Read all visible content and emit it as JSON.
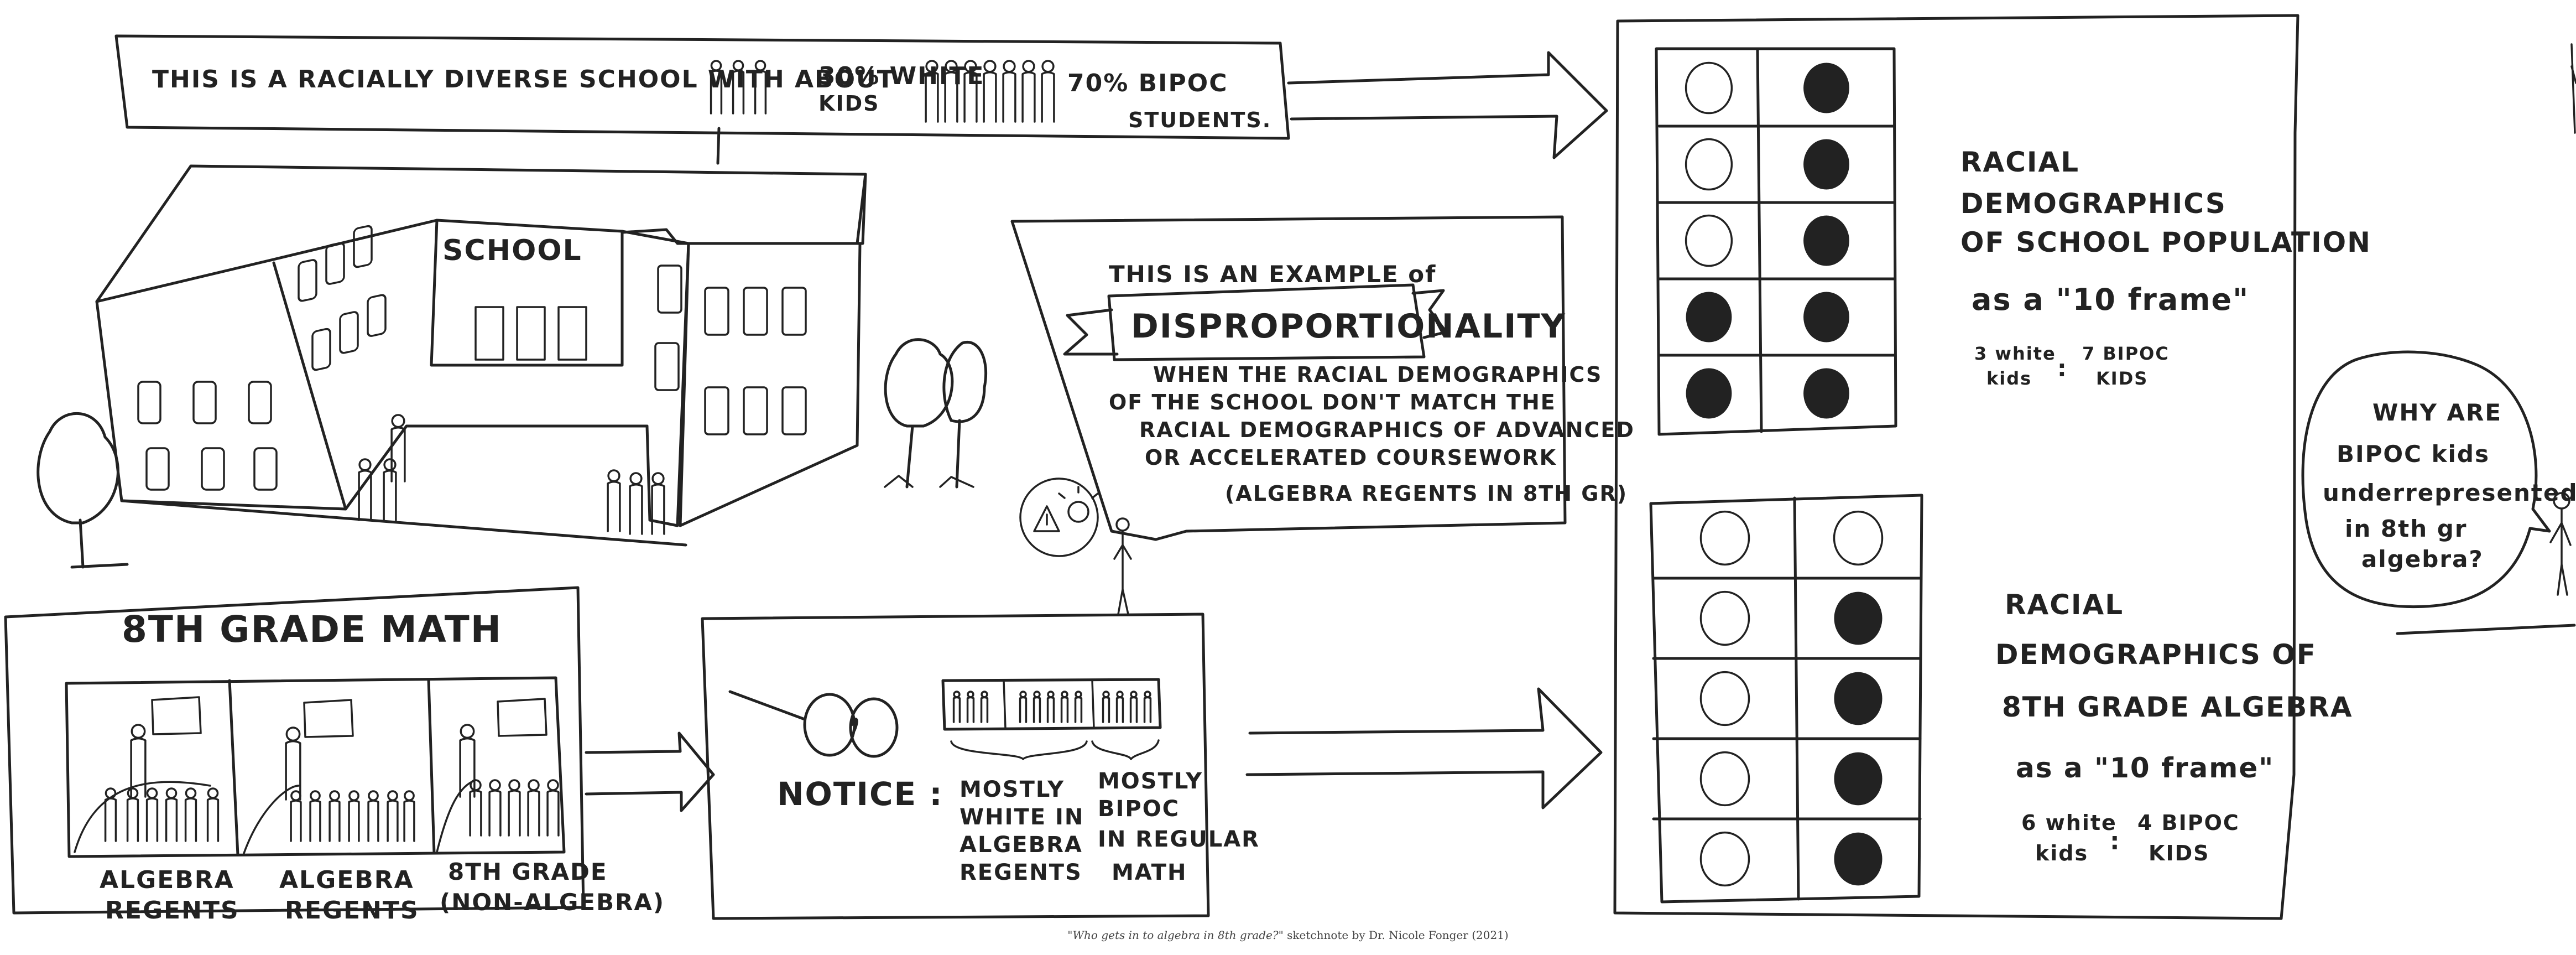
{
  "banner": {
    "text_before": "THIS IS A RACIALLY DIVERSE SCHOOL WITH ABOUT",
    "white_label_line1": "30% WHITE",
    "white_label_line2": "KIDS",
    "bipoc_label_line1": "70% BIPOC",
    "bipoc_label_line2": "STUDENTS."
  },
  "school": {
    "sign": "SCHOOL"
  },
  "definition": {
    "intro": "THIS IS AN EXAMPLE of",
    "term": "DISPROPORTIONALITY",
    "line1": "WHEN THE RACIAL DEMOGRAPHICS",
    "line2": "OF THE SCHOOL DON'T MATCH THE",
    "line3": "RACIAL DEMOGRAPHICS OF ADVANCED",
    "line4": "OR ACCELERATED COURSEWORK",
    "line5": "(ALGEBRA REGENTS IN 8TH GR)"
  },
  "math": {
    "title": "8TH GRADE MATH",
    "class1_line1": "ALGEBRA",
    "class1_line2": "REGENTS",
    "class2_line1": "ALGEBRA",
    "class2_line2": "REGENTS",
    "class3_line1": "8TH GRADE",
    "class3_line2": "(NON-ALGEBRA)"
  },
  "notice": {
    "label": "NOTICE :",
    "left_line1": "MOSTLY",
    "left_line2": "WHITE IN",
    "left_line3": "ALGEBRA",
    "left_line4": "REGENTS",
    "right_line1": "MOSTLY",
    "right_line2": "BIPOC",
    "right_line3": "IN REGULAR",
    "right_line4": "MATH"
  },
  "frame_school": {
    "title_line1": "RACIAL",
    "title_line2": "DEMOGRAPHICS",
    "title_line3": "OF SCHOOL POPULATION",
    "title_line4": "as a \"10 frame\"",
    "ratio_left_line1": "3 white",
    "ratio_left_line2": "kids",
    "ratio_sep": ":",
    "ratio_right_line1": "7 BIPOC",
    "ratio_right_line2": "KIDS",
    "cells": [
      [
        "empty",
        "filled"
      ],
      [
        "empty",
        "filled"
      ],
      [
        "empty",
        "filled"
      ],
      [
        "filled",
        "filled"
      ],
      [
        "filled",
        "filled"
      ]
    ]
  },
  "frame_algebra": {
    "title_line1": "RACIAL",
    "title_line2": "DEMOGRAPHICS OF",
    "title_line3": "8TH GRADE ALGEBRA",
    "title_line4": "as a \"10 frame\"",
    "ratio_left_line1": "6 white",
    "ratio_left_line2": "kids",
    "ratio_sep": ":",
    "ratio_right_line1": "4 BIPOC",
    "ratio_right_line2": "KIDS",
    "cells": [
      [
        "empty",
        "empty"
      ],
      [
        "empty",
        "filled"
      ],
      [
        "empty",
        "filled"
      ],
      [
        "empty",
        "filled"
      ],
      [
        "empty",
        "filled"
      ]
    ]
  },
  "question": {
    "line1": "WHY ARE",
    "line2": "BIPOC kids",
    "line3": "underrepresented",
    "line4": "in 8th gr",
    "line5": "algebra?"
  },
  "caption": {
    "title": "\"Who gets in to algebra in 8th grade?\"",
    "rest": " sketchnote by Dr. Nicole Fonger (2021)"
  },
  "colors": {
    "ink": "#222222",
    "background": "#ffffff"
  }
}
